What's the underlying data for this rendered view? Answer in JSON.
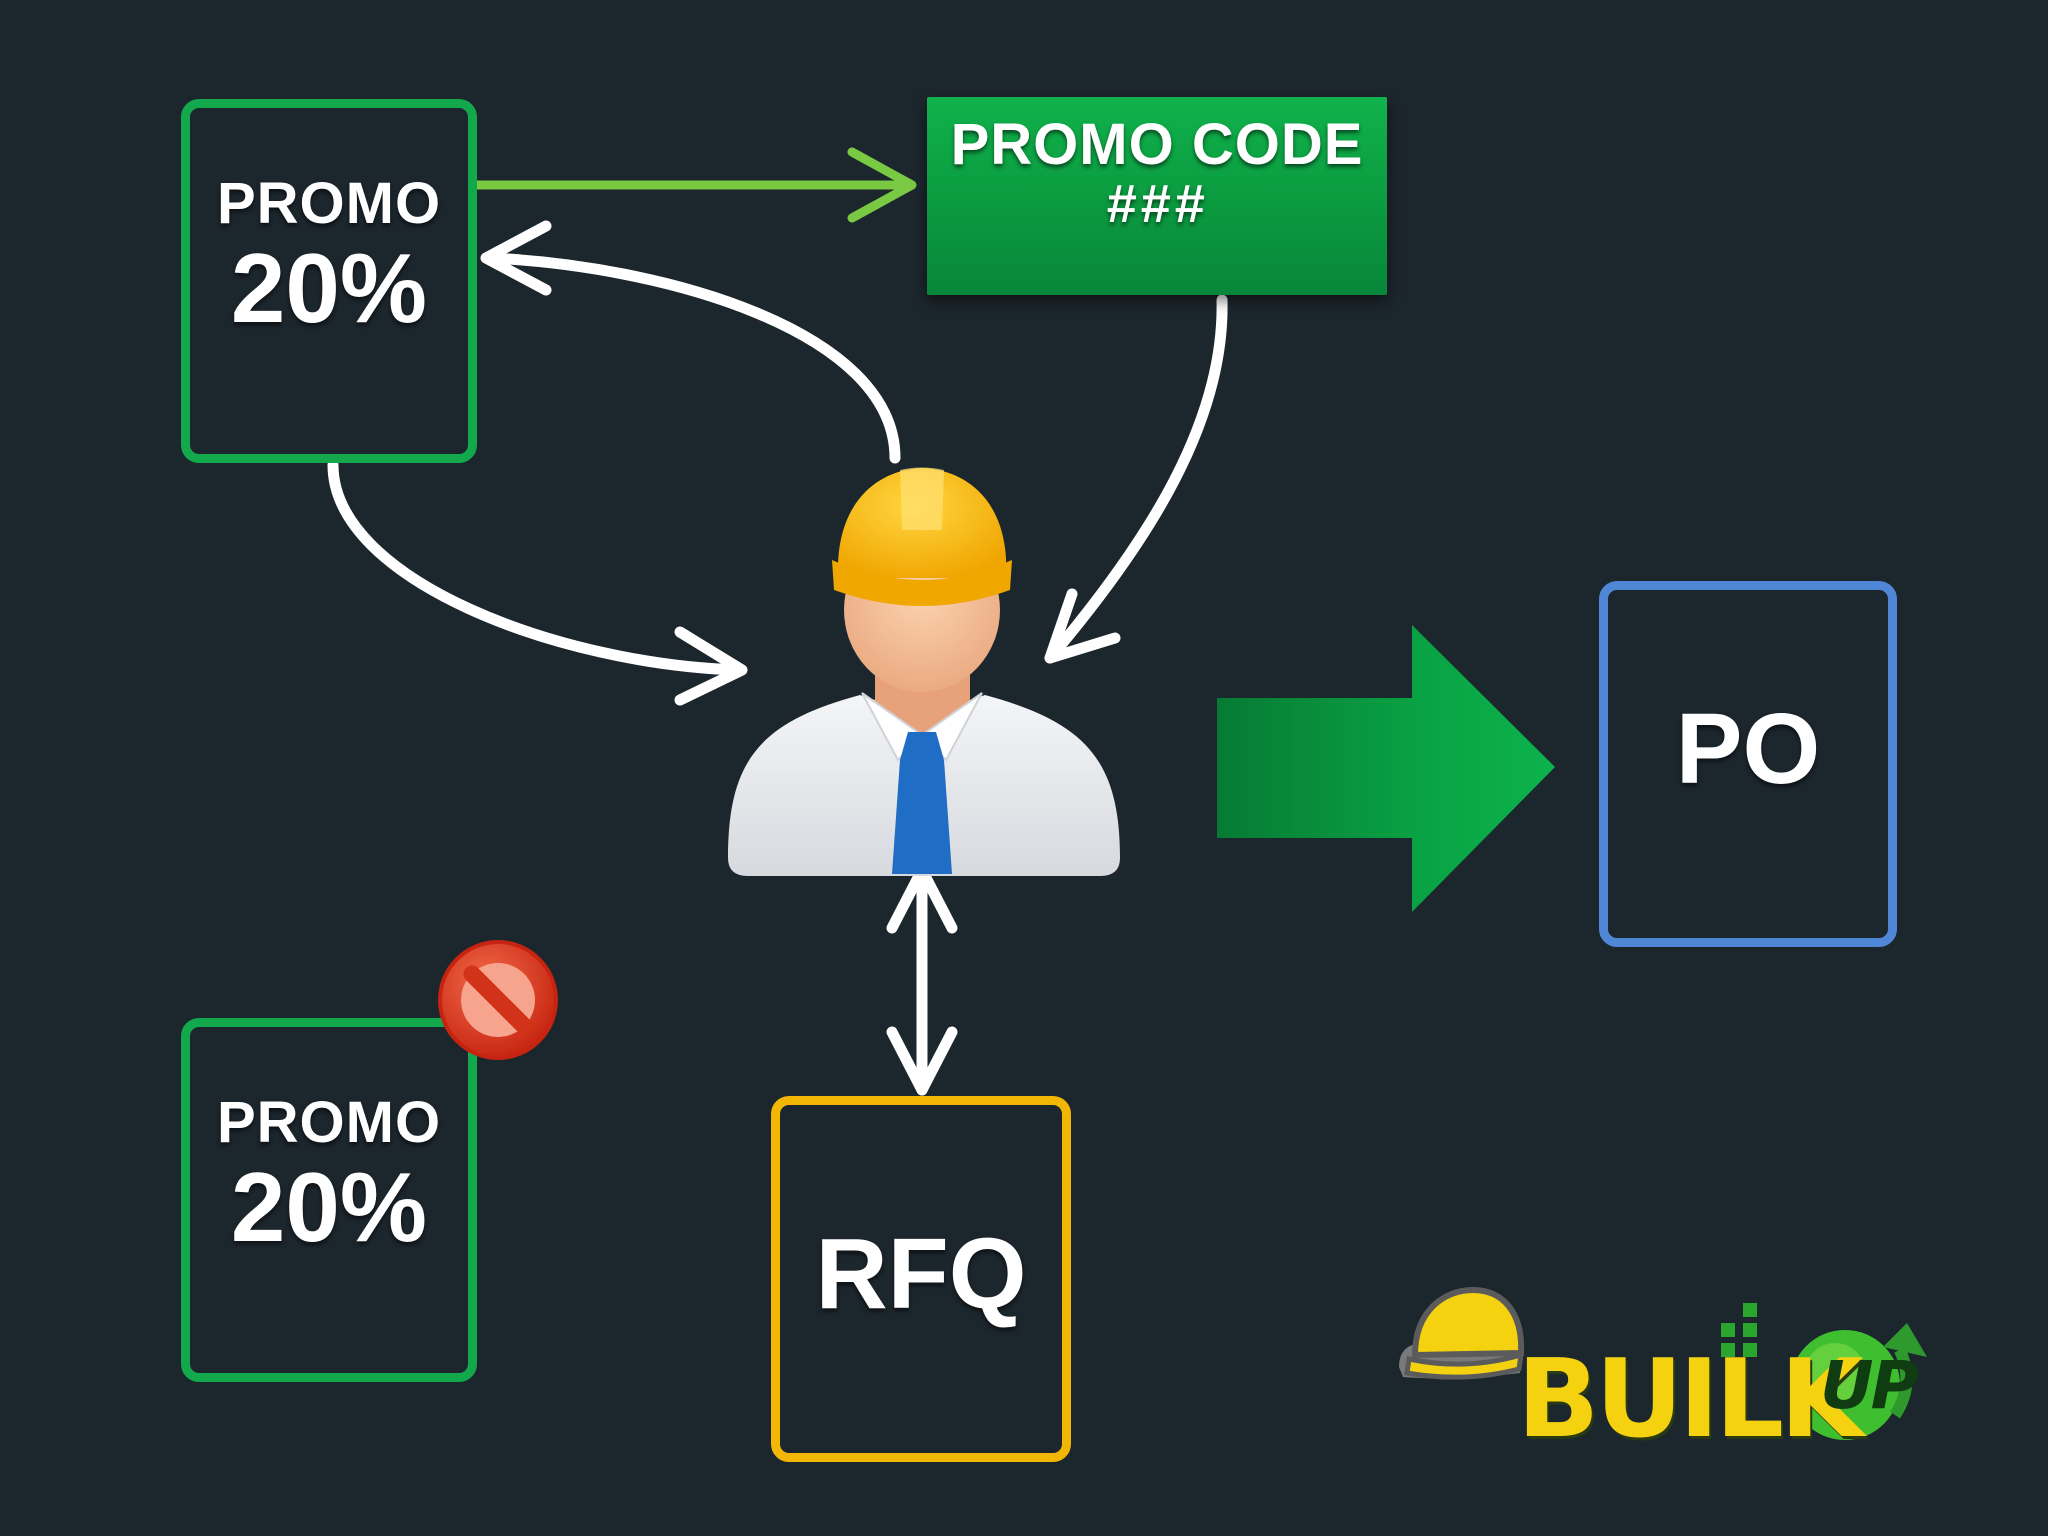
{
  "promo_top": {
    "label": "PROMO",
    "value": "20%"
  },
  "promo_code": {
    "title": "PROMO CODE",
    "code": "###"
  },
  "promo_bottom": {
    "label": "PROMO",
    "value": "20%"
  },
  "po": {
    "label": "PO"
  },
  "rfq": {
    "label": "RFQ"
  },
  "logo": {
    "text": "BUILK",
    "suffix": "UP"
  },
  "icons": [
    "contractor-person-icon",
    "no-entry-icon",
    "hard-hat-icon"
  ],
  "colors": {
    "background": "#1c262d",
    "promo_green": "#12a84b",
    "code_green": "#0b9a3f",
    "po_blue": "#4f86d6",
    "rfq_yellow": "#f2b705"
  }
}
